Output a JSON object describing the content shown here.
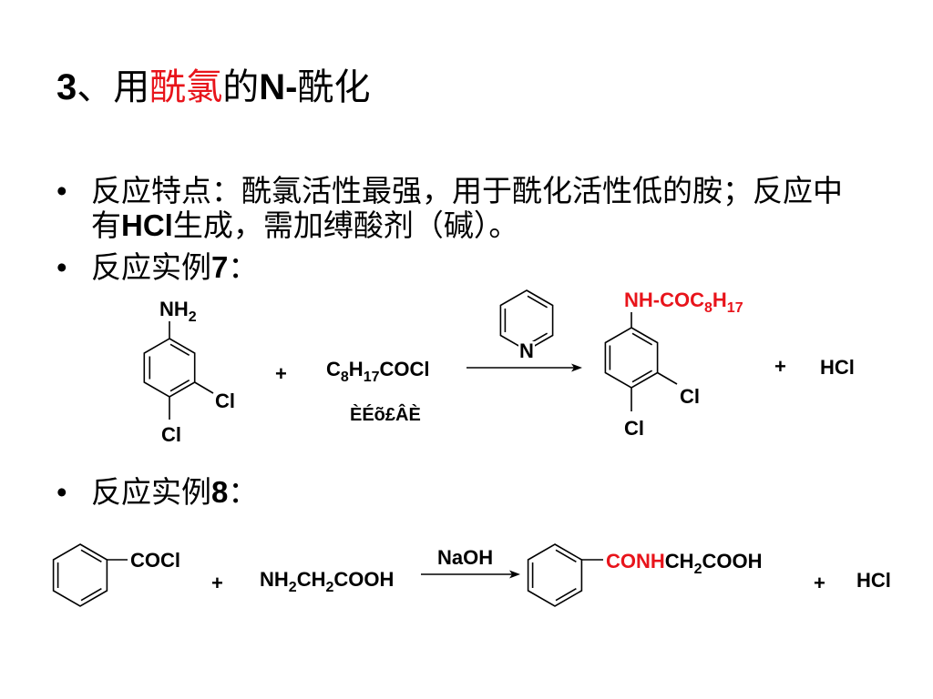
{
  "colors": {
    "text": "#000000",
    "accent": "#e8141b",
    "background": "#ffffff"
  },
  "title": {
    "num": "3",
    "part1": "、用",
    "highlight": "酰氯",
    "part2": "的",
    "bold": "N-",
    "part3": "酰化"
  },
  "bullet_symbol": "•",
  "bullets": {
    "features": {
      "line1": "反应特点：酰氯活性最强，用于酰化活性低的胺；反应中",
      "line2_a": "有",
      "line2_b": "HCl",
      "line2_c": "生成，需加缚酸剂（碱）。"
    },
    "example7": {
      "label": "反应实例",
      "num": "7",
      "colon": "："
    },
    "example8": {
      "label": "反应实例",
      "num": "8",
      "colon": "："
    }
  },
  "reaction7": {
    "reactant": {
      "amine_main": "NH",
      "amine_sub": "2",
      "cl_right": "Cl",
      "cl_bottom": "Cl"
    },
    "plus1": "+",
    "reagent": {
      "c": "C",
      "c_sub": "8",
      "h": "H",
      "h_sub": "17",
      "rest": "COCl"
    },
    "reagent_note": "ÈÉõ£ÂÈ",
    "catalyst_atom": "N",
    "product": {
      "main": "NH-COC",
      "c_sub": "8",
      "h": "H",
      "h_sub": "17",
      "cl_right": "Cl",
      "cl_bottom": "Cl"
    },
    "plus2": "+",
    "byproduct": "HCl"
  },
  "reaction8": {
    "reactant_group": "COCl",
    "plus1": "+",
    "amine": {
      "a": "NH",
      "a_sub": "2",
      "b": "CH",
      "b_sub": "2",
      "c": "COOH"
    },
    "reagent": "NaOH",
    "product": {
      "highlight": "CONH",
      "b": "CH",
      "b_sub": "2",
      "c": "COOH"
    },
    "plus2": "+",
    "byproduct": "HCl"
  }
}
